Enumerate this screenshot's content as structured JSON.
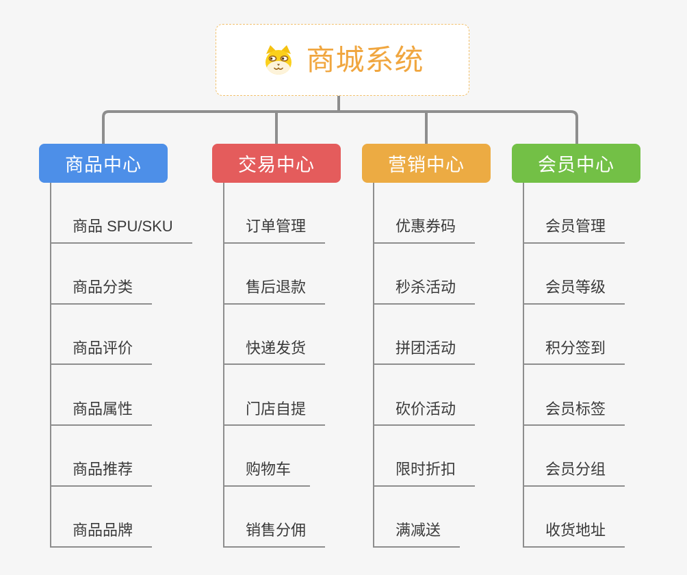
{
  "root": {
    "title": "商城系统",
    "icon": "shiba-dog-icon",
    "accent_color": "#f0a63f",
    "border_color": "#f2c06a"
  },
  "branches": [
    {
      "label": "商品中心",
      "color": "#4d8fe8",
      "items": [
        "商品 SPU/SKU",
        "商品分类",
        "商品评价",
        "商品属性",
        "商品推荐",
        "商品品牌"
      ]
    },
    {
      "label": "交易中心",
      "color": "#e45c5c",
      "items": [
        "订单管理",
        "售后退款",
        "快递发货",
        "门店自提",
        "购物车",
        "销售分佣"
      ]
    },
    {
      "label": "营销中心",
      "color": "#ecab43",
      "items": [
        "优惠券码",
        "秒杀活动",
        "拼团活动",
        "砍价活动",
        "限时折扣",
        "满减送"
      ]
    },
    {
      "label": "会员中心",
      "color": "#73c046",
      "items": [
        "会员管理",
        "会员等级",
        "积分签到",
        "会员标签",
        "会员分组",
        "收货地址"
      ]
    }
  ],
  "canvas": {
    "background_color": "#f6f6f6",
    "connector_color": "#8e8e8e",
    "underline_color": "#8d8d8d",
    "item_text_color": "#3a3a3a"
  }
}
